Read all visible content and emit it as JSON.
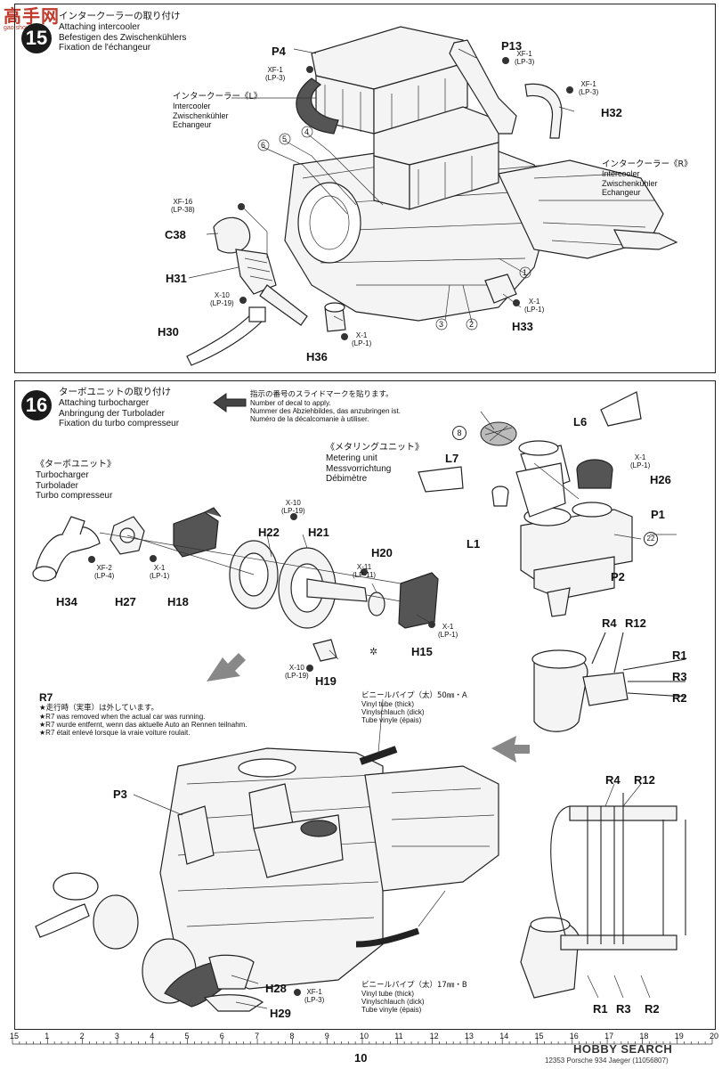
{
  "site_watermark": "高手网",
  "site_watermark_sub": "gao.shou.net",
  "step15": {
    "number": "15",
    "title_jp": "インタークーラーの取り付け",
    "title_en": "Attaching intercooler",
    "title_de": "Befestigen des Zwischenkühlers",
    "title_fr": "Fixation de l'échangeur",
    "intercooler_l": [
      "インタークーラー《L》",
      "Intercooler",
      "Zwischenkühler",
      "Echangeur"
    ],
    "intercooler_r": [
      "インタークーラー《R》",
      "Intercooler",
      "Zwischenkühler",
      "Echangeur"
    ],
    "parts": [
      "P4",
      "P13",
      "H32",
      "C38",
      "H31",
      "H30",
      "H36",
      "H33"
    ],
    "screws": [
      {
        "code": "XF-1",
        "sub": "(LP-3)"
      },
      {
        "code": "XF-1",
        "sub": "(LP-3)"
      },
      {
        "code": "XF-1",
        "sub": "(LP-3)"
      },
      {
        "code": "XF-16",
        "sub": "(LP-38)"
      },
      {
        "code": "X-10",
        "sub": "(LP-19)"
      },
      {
        "code": "X-1",
        "sub": "(LP-1)"
      },
      {
        "code": "X-1",
        "sub": "(LP-1)"
      }
    ],
    "callouts": [
      "4",
      "5",
      "6",
      "1",
      "2",
      "3"
    ]
  },
  "step16": {
    "number": "16",
    "title_jp": "ターボユニットの取り付け",
    "title_en": "Attaching turbocharger",
    "title_de": "Anbringung der Turbolader",
    "title_fr": "Fixation du turbo compresseur",
    "decal_note": [
      "指示の番号のスライドマークを貼ります。",
      "Number of decal to apply.",
      "Nummer des Abziehbildes, das anzubringen ist.",
      "Numéro de la décalcomanie à utiliser."
    ],
    "turbo_unit": [
      "《ターボユニット》",
      "Turbocharger",
      "Turbolader",
      "Turbo compresseur"
    ],
    "metering_unit": [
      "《メタリングユニット》",
      "Metering unit",
      "Messvorrichtung",
      "Débimètre"
    ],
    "parts": [
      "H34",
      "H27",
      "H18",
      "H22",
      "H21",
      "H20",
      "H15",
      "H19",
      "L6",
      "L7",
      "L1",
      "H26",
      "P1",
      "P2",
      "P3",
      "H28",
      "H29"
    ],
    "wires": [
      "R4",
      "R12",
      "R1",
      "R3",
      "R2"
    ],
    "decal_numbers": [
      "8",
      "22"
    ],
    "screws": [
      {
        "code": "XF-2",
        "sub": "(LP-4)"
      },
      {
        "code": "X-1",
        "sub": "(LP-1)"
      },
      {
        "code": "X-10",
        "sub": "(LP-19)"
      },
      {
        "code": "X-11",
        "sub": "(LP-11)"
      },
      {
        "code": "X-1",
        "sub": "(LP-1)"
      },
      {
        "code": "X-10",
        "sub": "(LP-19)"
      },
      {
        "code": "X-1",
        "sub": "(LP-1)"
      },
      {
        "code": "XF-1",
        "sub": "(LP-3)"
      }
    ],
    "r7_note": [
      "R7",
      "★走行時（実車）は外しています。",
      "★R7 was removed when the actual car was running.",
      "★R7 wurde entfernt, wenn das aktuelle Auto an Rennen teilnahm.",
      "★R7 était enlevé lorsque la vraie voiture roulait."
    ],
    "tube_a": [
      "ビニールパイプ（太）50㎜・A",
      "Vinyl tube (thick)",
      "Vinylschlauch (dick)",
      "Tube vinyle (épais)"
    ],
    "tube_b": [
      "ビニールパイプ（太）17㎜・B",
      "Vinyl tube (thick)",
      "Vinylschlauch (dick)",
      "Tube vinyle (épais)"
    ]
  },
  "footer": {
    "ruler_labels": [
      "15",
      "1",
      "2",
      "3",
      "4",
      "5",
      "6",
      "7",
      "8",
      "9",
      "10",
      "11",
      "12",
      "13",
      "14",
      "15",
      "16",
      "17",
      "18",
      "19",
      "20"
    ],
    "page_number": "10",
    "product": "12353 Porsche 934 Jaeger (11056807)",
    "brand": "HOBBY SEARCH"
  }
}
